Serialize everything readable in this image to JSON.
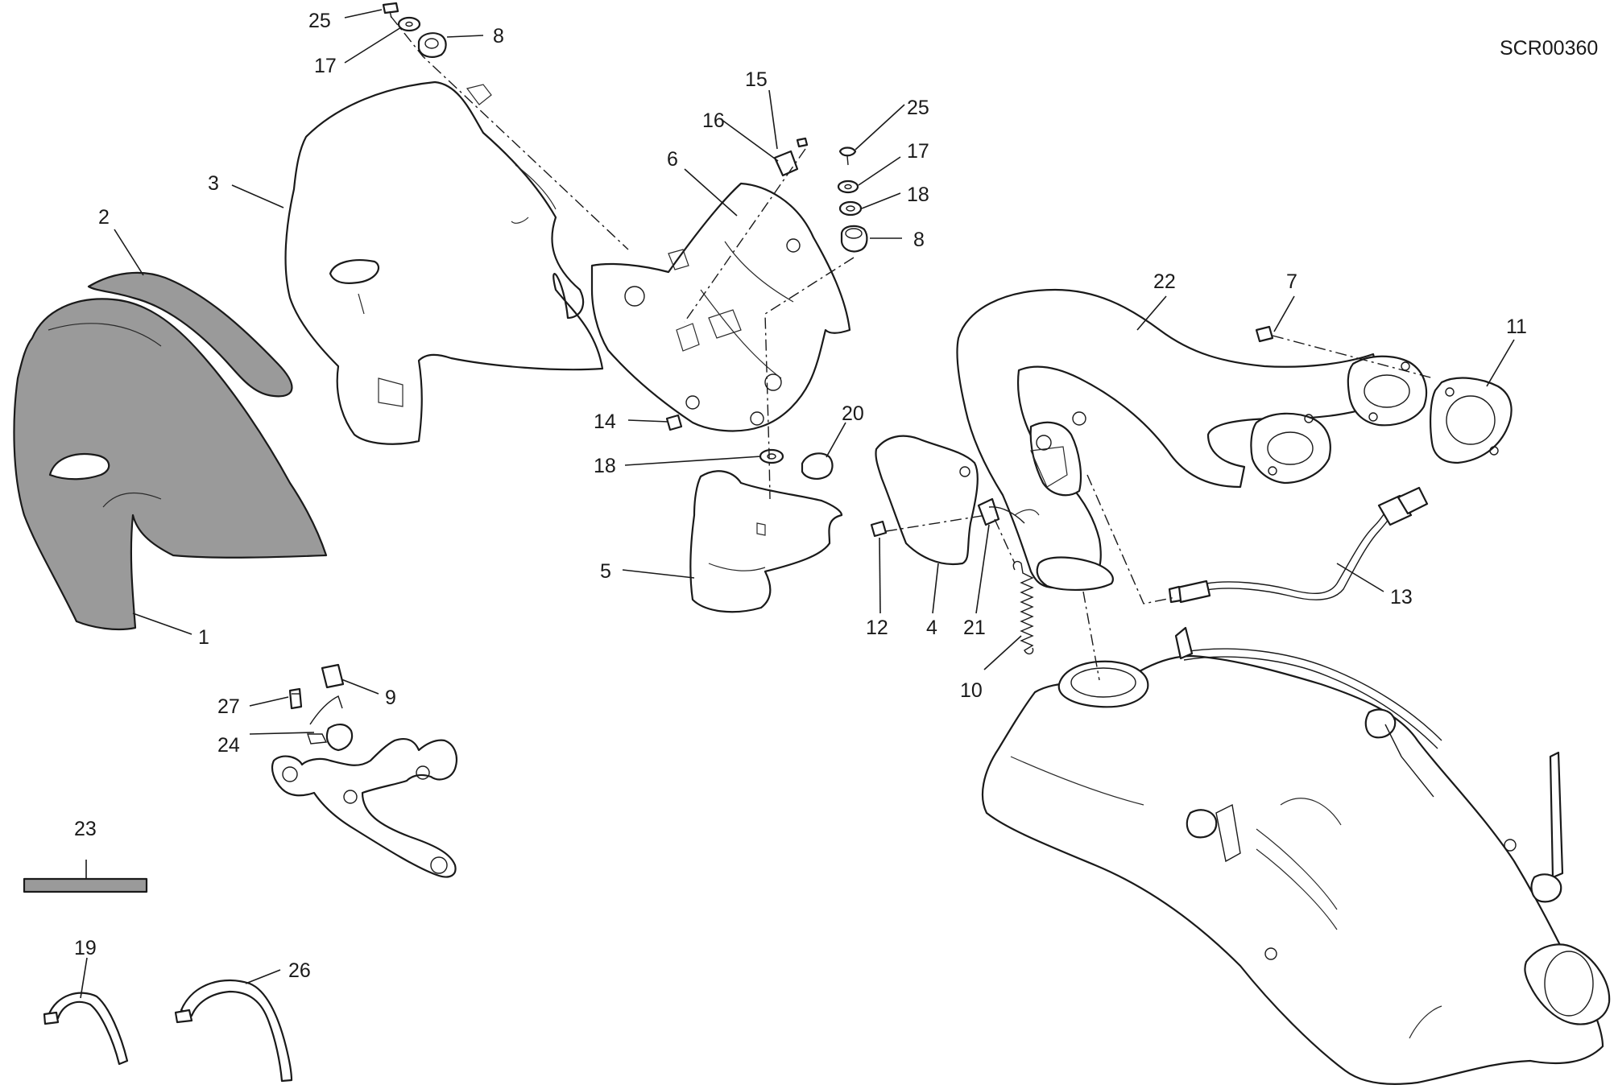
{
  "drawing_code": "SCR00360",
  "callouts": {
    "c1": "1",
    "c2": "2",
    "c3": "3",
    "c4": "4",
    "c5": "5",
    "c6": "6",
    "c7": "7",
    "c8a": "8",
    "c8b": "8",
    "c9": "9",
    "c10": "10",
    "c11": "11",
    "c12": "12",
    "c13": "13",
    "c14": "14",
    "c15": "15",
    "c16": "16",
    "c17a": "17",
    "c17b": "17",
    "c18a": "18",
    "c18b": "18",
    "c19": "19",
    "c20": "20",
    "c21": "21",
    "c22": "22",
    "c23": "23",
    "c24": "24",
    "c25a": "25",
    "c25b": "25",
    "c26": "26",
    "c27": "27"
  }
}
